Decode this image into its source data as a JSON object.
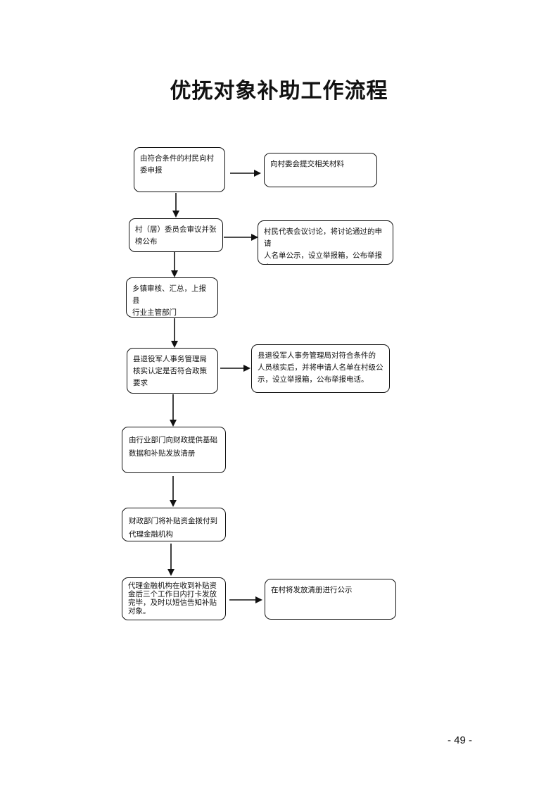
{
  "title": "优抚对象补助工作流程",
  "steps": [
    {
      "text": "由符合条件的村民向村\n委申报",
      "side": "向村委会提交相关材料"
    },
    {
      "text": "村（居）委员会审议并张\n榜公布",
      "side": "村民代表会议讨论，将讨论通过的申请\n人名单公示，设立举报箱，公布举报电\n话，公示期满后上报乡镇"
    },
    {
      "text": "乡镇审核、汇总，上报县\n行业主管部门"
    },
    {
      "text": "县退役军人事务管理局\n核实认定是否符合政策\n要求",
      "side": "县退役军人事务管理局对符合条件的\n人员核实后，并将申请人名单在村级公\n示，设立举报箱，公布举报电话。"
    },
    {
      "text": "由行业部门向财政提供基础\n数据和补贴发放清册"
    },
    {
      "text": "财政部门将补贴资金拨付到\n代理金融机构"
    },
    {
      "text": "代理金融机构在收到补贴资\n金后三个工作日内打卡发放\n完毕，及时以短信告知补贴\n对象。",
      "side": "在村将发放清册进行公示"
    }
  ],
  "page_number": "- 49 -"
}
